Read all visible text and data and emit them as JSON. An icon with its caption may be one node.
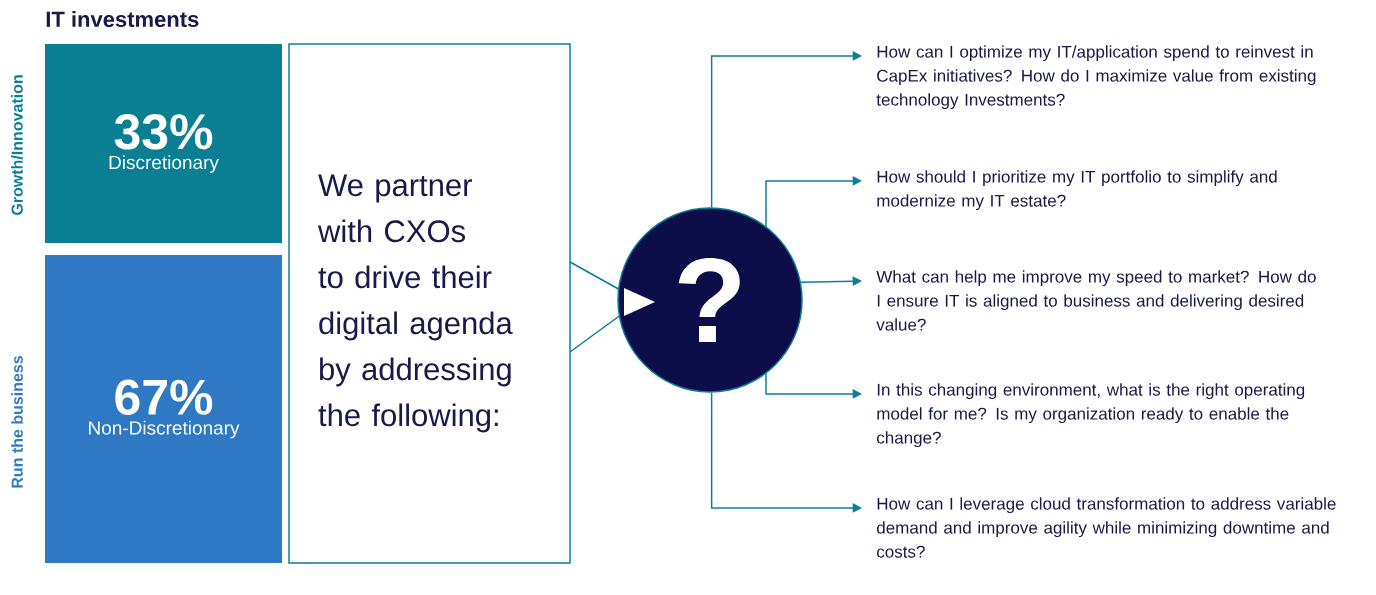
{
  "diagram": {
    "title": "IT investments",
    "nodes": [
      {
        "text": [
          "33%",
          "Discretionary"
        ]
      },
      {
        "text": [
          "67%",
          "Non-Discretionary"
        ]
      },
      {
        "text": [
          "We partner with CXOs to drive their digital agenda by addressing the following:"
        ]
      },
      {
        "text": [
          "?"
        ]
      },
      {
        "text": [
          "How can I optimize my IT/application spend to reinvest in CapEx initiatives? How do I maximize value from existing technology Investments?"
        ]
      },
      {
        "text": [
          "How should I prioritize my IT portfolio to simplify and modernize my IT estate?"
        ]
      },
      {
        "text": [
          "What can help me improve my speed to market? How do I ensure IT is aligned to business and delivering desired value?"
        ]
      },
      {
        "text": [
          "In this changing environment, what is the right operating model for me? Is my organization ready to enable the change?"
        ]
      },
      {
        "text": [
          "How can I leverage cloud transformation to address variable demand and improve agility while minimizing downtime and costs?"
        ]
      }
    ],
    "edges": [
      {
        "from": 3,
        "to": 4,
        "arrow": "to"
      },
      {
        "from": 3,
        "to": 5,
        "arrow": "to"
      },
      {
        "from": 3,
        "to": 6,
        "arrow": "to"
      },
      {
        "from": 3,
        "to": 7,
        "arrow": "to"
      },
      {
        "from": 3,
        "to": 8,
        "arrow": "to"
      }
    ],
    "labels": [
      "Growth/Innovation",
      "Run the business"
    ]
  }
}
